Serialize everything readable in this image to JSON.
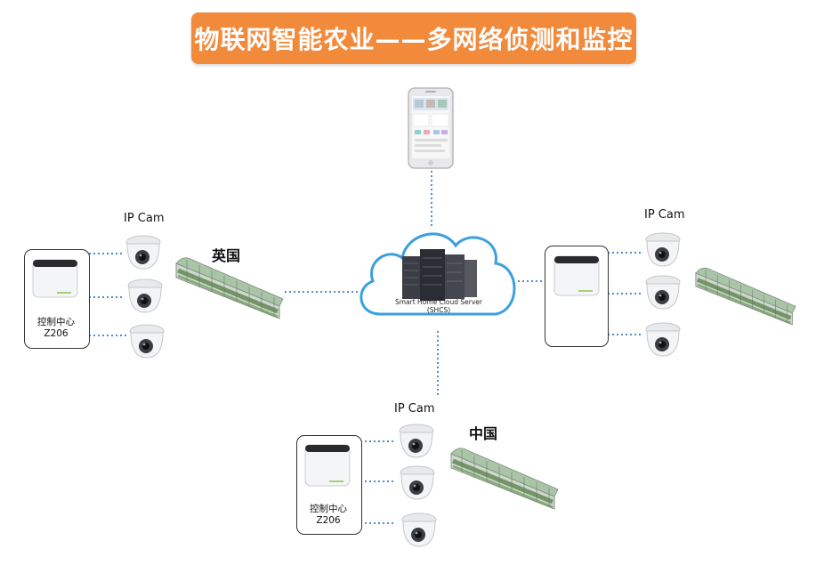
{
  "title": "物联网智能农业——多网络侦测和监控",
  "server": {
    "name": "Smart Home Cloud Server",
    "abbr": "(SHCS)"
  },
  "cam_label": "IP Cam",
  "sites": {
    "left": {
      "country": "英国",
      "controller_name": "控制中心",
      "controller_model": "Z206"
    },
    "right": {
      "country": "",
      "controller_name": "",
      "controller_model": ""
    },
    "bottom": {
      "country": "中国",
      "controller_name": "控制中心",
      "controller_model": "Z206"
    }
  },
  "colors": {
    "banner": "#f28a3c",
    "link": "#4a8fd0",
    "cloud_stroke": "#3aa0dd"
  }
}
